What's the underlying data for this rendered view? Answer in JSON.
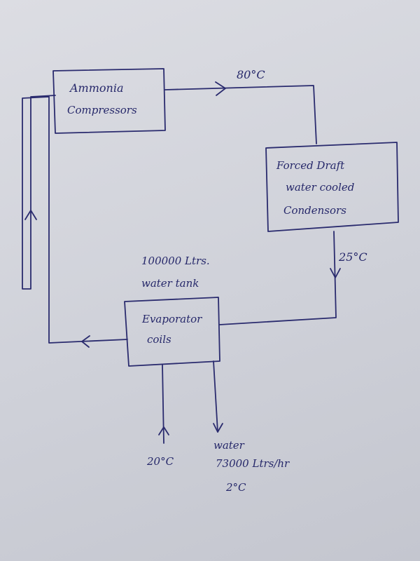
{
  "nodes": {
    "compressor": {
      "line1": "Ammonia",
      "line2": "Compressors"
    },
    "condenser": {
      "line1": "Forced Draft",
      "line2": "water cooled",
      "line3": "Condensors"
    },
    "evaporator": {
      "line1": "Evaporator",
      "line2": "coils"
    }
  },
  "labels": {
    "temp_hot": "80°C",
    "temp_condensed": "25°C",
    "tank_line1": "100000 Ltrs.",
    "tank_line2": "water tank",
    "water_in_temp": "20°C",
    "water_out_label": "water",
    "water_flow": "73000 Ltrs/hr",
    "water_out_temp": "2°C"
  },
  "colors": {
    "ink": "#2a2b6e",
    "paper": "#d4d6dd"
  }
}
